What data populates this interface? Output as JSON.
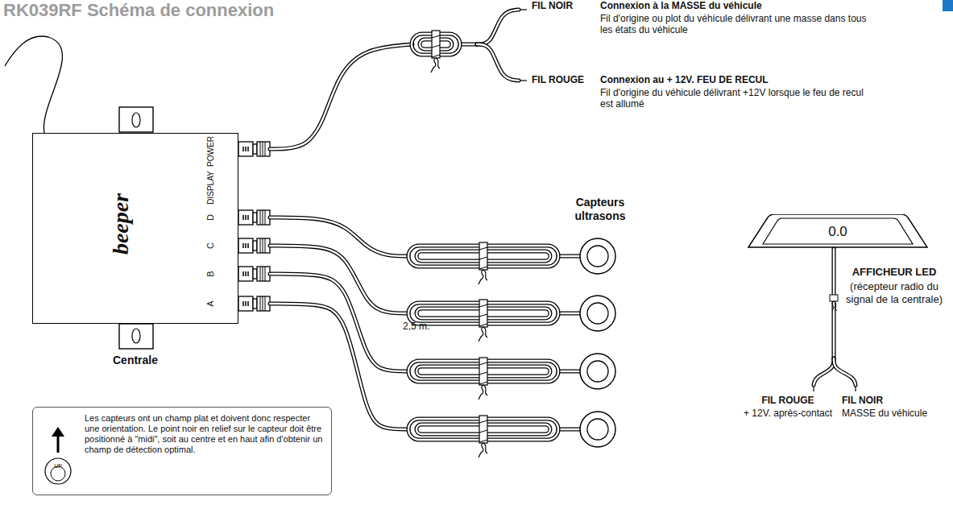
{
  "diagram": {
    "title": "RK039RF Schéma de connexion",
    "nodes": [
      {
        "text": [
          "Centrale"
        ]
      },
      {
        "text": [
          "0.0"
        ]
      },
      {
        "text": [
          "Les capteurs ont un champ plat et doivent donc respecter une orientation. Le point noir en relief sur le capteur doit être positionné à \"midi\", soit au centre et en haut afin d'obtenir un champ de détection optimal."
        ]
      }
    ],
    "labels": [
      "POWER",
      "DISPLAY",
      "D",
      "C",
      "B",
      "A",
      "beeper",
      "FIL NOIR",
      "Connexion à la MASSE du véhicule",
      "Fil d'origine ou plot du véhicule délivrant une masse dans tous les états du véhicule",
      "FIL ROUGE",
      "Connexion au + 12V. FEU DE RECUL",
      "Fil d'origine du véhicule délivrant +12V lorsque le feu de recul est allumé",
      "Capteurs ultrasons",
      "2,5 m.",
      "AFFICHEUR LED",
      "(récepteur radio du signal de la centrale)",
      "FIL ROUGE",
      "+ 12V. après-contact",
      "FIL NOIR",
      "MASSE du véhicule",
      "UP"
    ]
  }
}
